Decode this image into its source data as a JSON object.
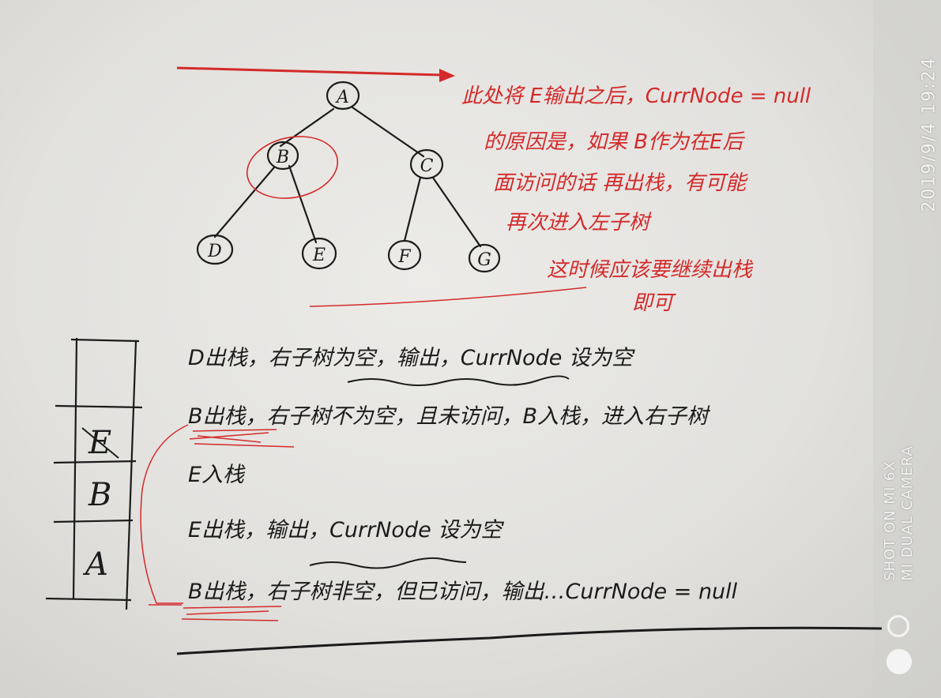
{
  "photo": {
    "description_label": "handwritten notebook page with binary tree traversal notes",
    "camera_overlay": {
      "timestamp": "2019/9/4  19:24",
      "watermark_line1": "SHOT ON MI 6X",
      "watermark_line2": "MI DUAL CAMERA"
    },
    "tree_nodes": [
      "A",
      "B",
      "C",
      "D",
      "E",
      "F",
      "G"
    ],
    "stack_cells": [
      "",
      "E",
      "B",
      "A"
    ],
    "red_notes": [
      "此处将 E输出之后，CurrNode = null",
      "的原因是，如果 B作为在E后",
      "面访问的话 再出栈，有可能",
      "再次进入左子树",
      "这时候应该要继续出栈",
      "即可"
    ],
    "black_notes": [
      "D出栈，右子树为空，输出，CurrNode 设为空",
      "B出栈，右子树不为空，且未访问，B入栈，进入右子树",
      "E入栈",
      "E出栈，输出，CurrNode 设为空",
      "B出栈，右子树非空，但已访问，输出…CurrNode = null"
    ],
    "colors": {
      "ink": "#1b1b1b",
      "red_ink": "#d42a2a",
      "paper": "#e6e5e2"
    }
  }
}
